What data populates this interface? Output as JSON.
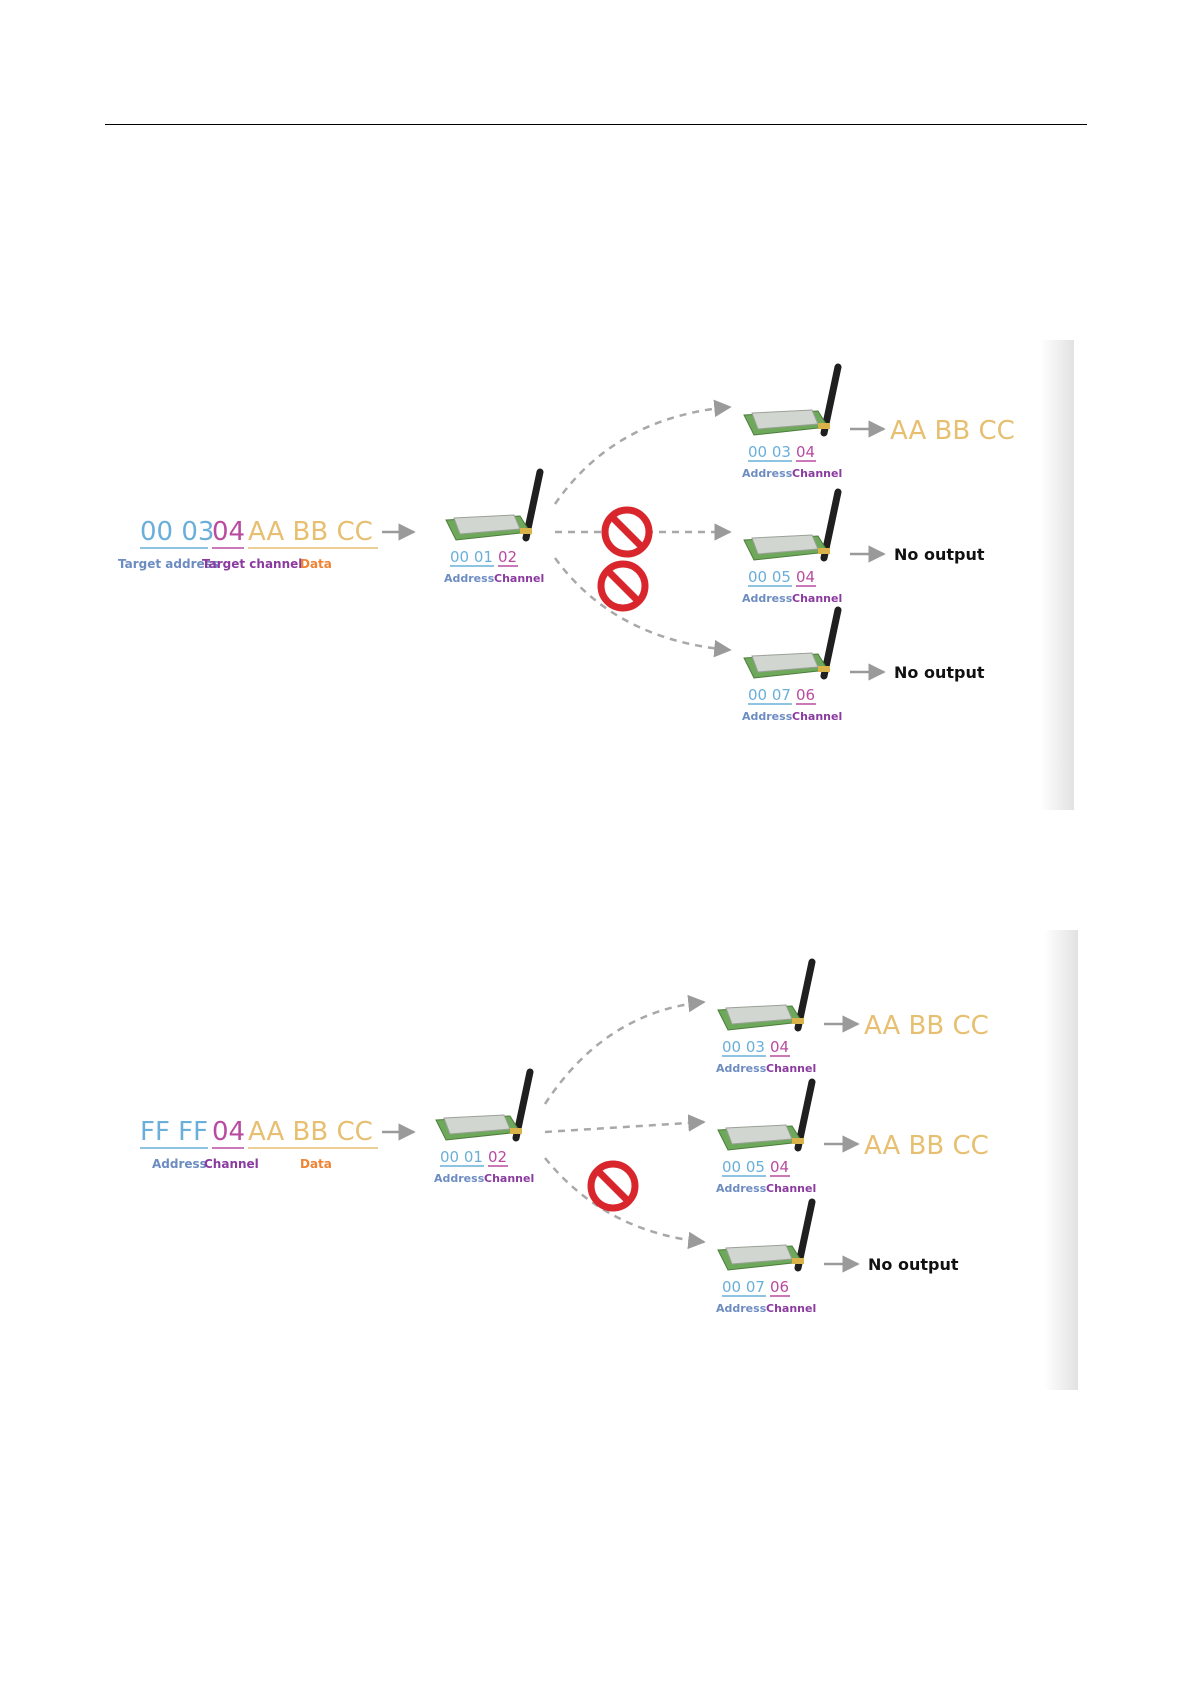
{
  "diagrams": [
    {
      "source": {
        "bytes": [
          {
            "text": "00 03",
            "role": "addr"
          },
          {
            "text": "04",
            "role": "chan"
          },
          {
            "text": "AA BB CC",
            "role": "data"
          }
        ],
        "labels": [
          {
            "text": "Target address",
            "role": "addr"
          },
          {
            "text": "Target channel",
            "role": "chan"
          },
          {
            "text": "Data",
            "role": "data"
          }
        ]
      },
      "sender": {
        "addr": "00 01",
        "chan": "02",
        "addr_label": "Address",
        "chan_label": "Channel"
      },
      "receivers": [
        {
          "addr": "00 03",
          "chan": "04",
          "addr_label": "Address",
          "chan_label": "Channel",
          "output": "AA BB CC",
          "blocked": false
        },
        {
          "addr": "00 05",
          "chan": "04",
          "addr_label": "Address",
          "chan_label": "Channel",
          "output": "No output",
          "blocked": true
        },
        {
          "addr": "00 07",
          "chan": "06",
          "addr_label": "Address",
          "chan_label": "Channel",
          "output": "No output",
          "blocked": true
        }
      ]
    },
    {
      "source": {
        "bytes": [
          {
            "text": "FF FF",
            "role": "addr"
          },
          {
            "text": "04",
            "role": "chan"
          },
          {
            "text": "AA BB CC",
            "role": "data"
          }
        ],
        "labels": [
          {
            "text": "Address",
            "role": "addr"
          },
          {
            "text": "Channel",
            "role": "chan"
          },
          {
            "text": "Data",
            "role": "data"
          }
        ]
      },
      "sender": {
        "addr": "00 01",
        "chan": "02",
        "addr_label": "Address",
        "chan_label": "Channel"
      },
      "receivers": [
        {
          "addr": "00 03",
          "chan": "04",
          "addr_label": "Address",
          "chan_label": "Channel",
          "output": "AA BB CC",
          "blocked": false
        },
        {
          "addr": "00 05",
          "chan": "04",
          "addr_label": "Address",
          "chan_label": "Channel",
          "output": "AA BB CC",
          "blocked": false
        },
        {
          "addr": "00 07",
          "chan": "06",
          "addr_label": "Address",
          "chan_label": "Channel",
          "output": "No output",
          "blocked": true
        }
      ]
    }
  ],
  "colors": {
    "address": "#6aafd9",
    "channel": "#b84ba0",
    "data": "#e7bf70",
    "address_label": "#6c8cc2",
    "channel_label": "#8b3aa0",
    "data_label": "#ef8434",
    "blocked": "#d8262c",
    "board": "#6ea85a",
    "arrow": "#9a9a9a"
  },
  "icons": [
    "antenna-icon",
    "wireless-module-icon",
    "no-entry-icon",
    "arrow-right-icon"
  ]
}
